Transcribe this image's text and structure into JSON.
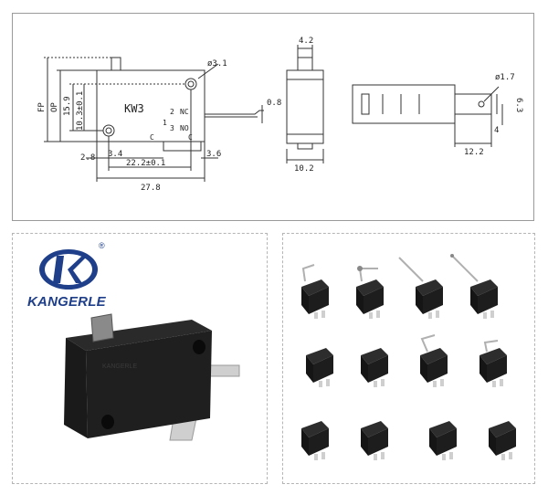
{
  "drawing": {
    "model": "KW3",
    "dims": {
      "d_hole": "ø3.1",
      "w_side": "4.2",
      "d_pin_hole": "ø1.7",
      "fp": "FP",
      "op": "OP",
      "h159": "15.9",
      "h103": "10.3±0.1",
      "t08": "0.8",
      "x34": "3.4",
      "x28": "2.8",
      "x36": "3.6",
      "x222": "22.2±0.1",
      "x278": "27.8",
      "x102": "10.2",
      "x122": "12.2",
      "x4": "4",
      "y63": "6.3"
    },
    "terminals": {
      "t2": "2",
      "nc": "NC",
      "t1": "1",
      "t3": "3",
      "no": "NO",
      "c": "C"
    }
  },
  "brand": {
    "name": "KANGERLE",
    "registered": "®",
    "body_text": "KANGERLE"
  },
  "colors": {
    "brand_blue": "#1f3f8a",
    "switch_black": "#1b1b1b",
    "terminal_silver": "#c9c9c9"
  }
}
